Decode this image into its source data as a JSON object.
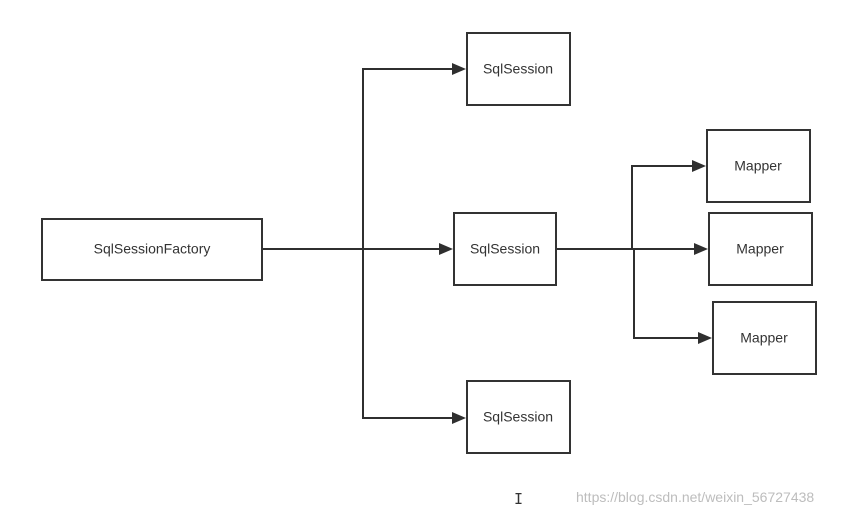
{
  "diagram": {
    "factory": {
      "label": "SqlSessionFactory"
    },
    "sessions": [
      {
        "label": "SqlSession"
      },
      {
        "label": "SqlSession"
      },
      {
        "label": "SqlSession"
      }
    ],
    "mappers": [
      {
        "label": "Mapper"
      },
      {
        "label": "Mapper"
      },
      {
        "label": "Mapper"
      }
    ]
  },
  "watermark": {
    "text": "https://blog.csdn.net/weixin_56727438"
  },
  "colors": {
    "stroke": "#333333",
    "background": "#ffffff",
    "watermark": "#bdbdbd"
  }
}
